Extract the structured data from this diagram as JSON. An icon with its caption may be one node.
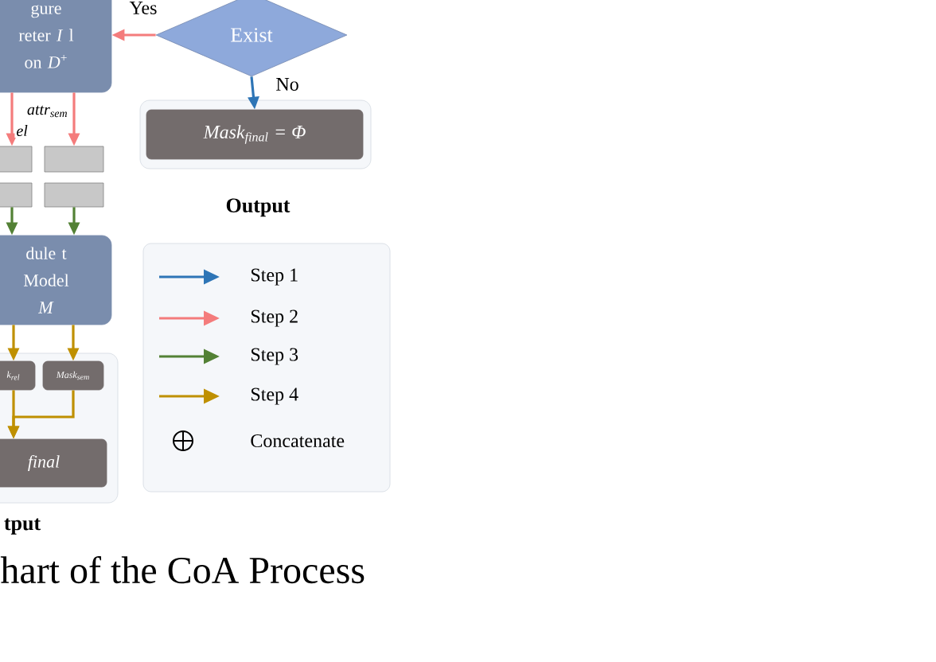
{
  "diagram": {
    "caption": "hart of the CoA Process",
    "nodes": [
      {
        "text": [
          "gure reter *I* l on *D*$^{+}$"
        ]
      },
      {
        "text": [
          "Exist"
        ]
      },
      {
        "text": [
          "Output"
        ]
      },
      {
        "text": [
          "Mask$_{final}$ = Φ"
        ],
        "in": 2
      },
      {
        "text": [],
        "shape": "box"
      },
      {
        "text": [],
        "shape": "box"
      },
      {
        "text": [],
        "shape": "box"
      },
      {
        "text": [],
        "shape": "box"
      },
      {
        "text": [
          "dule t Model *M*"
        ]
      },
      {
        "text": [
          "tput"
        ]
      },
      {
        "text": [
          "k$_{rel}$"
        ],
        "in": 9
      },
      {
        "text": [
          "Mask$_{sem}$"
        ],
        "in": 9
      },
      {
        "text": [
          "final"
        ],
        "in": 9
      }
    ],
    "edges": [
      {
        "from": 1,
        "to": 0,
        "arrow": "to",
        "label": "Yes",
        "color": "#f47c7c"
      },
      {
        "from": 1,
        "to": 3,
        "arrow": "to",
        "label": "No",
        "color": "#2e75b6"
      },
      {
        "from": 0,
        "to": 4,
        "arrow": "to",
        "label": "el",
        "color": "#f47c7c"
      },
      {
        "from": 0,
        "to": 5,
        "arrow": "to",
        "label": "attr$_{sem}$",
        "color": "#f47c7c"
      },
      {
        "from": 6,
        "to": 8,
        "arrow": "to",
        "color": "#538135"
      },
      {
        "from": 7,
        "to": 8,
        "arrow": "to",
        "color": "#538135"
      },
      {
        "from": 8,
        "to": 10,
        "arrow": "to",
        "color": "#bf9000"
      },
      {
        "from": 8,
        "to": 11,
        "arrow": "to",
        "color": "#bf9000"
      },
      {
        "from": 10,
        "to": 12,
        "arrow": "to",
        "color": "#bf9000"
      },
      {
        "from": 11,
        "to": 12,
        "arrow": "to",
        "color": "#bf9000"
      }
    ],
    "legend": [
      {
        "text": "Step 1"
      },
      {
        "text": "Step 2"
      },
      {
        "text": "Step 3"
      },
      {
        "text": "Step 4"
      },
      {
        "text": "Concatenate"
      }
    ]
  }
}
